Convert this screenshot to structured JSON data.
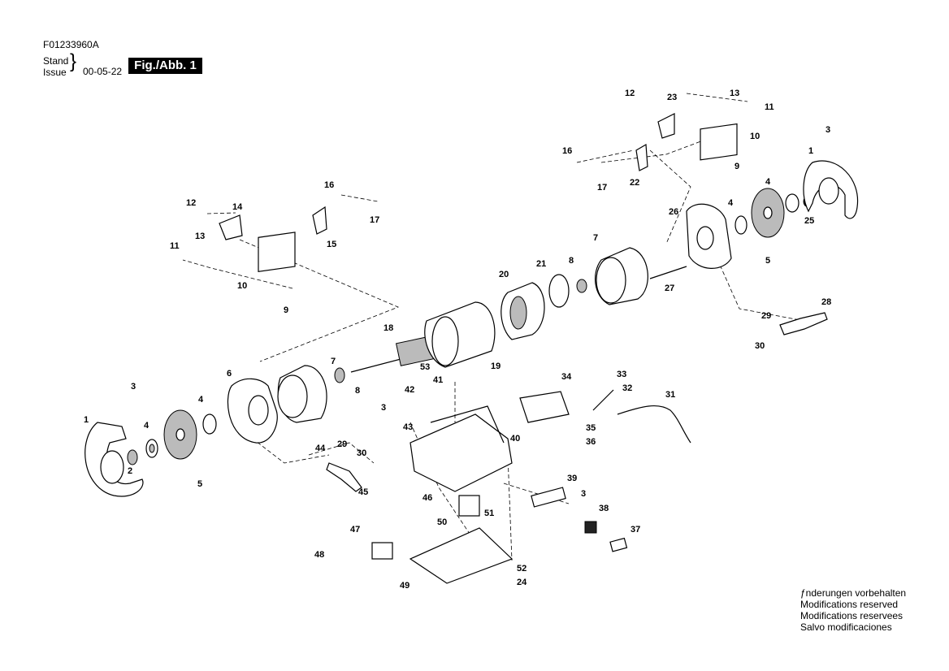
{
  "header": {
    "doc_code": "F01233960A",
    "stand_label": "Stand",
    "issue_label": "Issue",
    "issue_date": "00-05-22",
    "figure_label": "Fig./Abb. 1"
  },
  "notes": {
    "line1": "ƒnderungen vorbehalten",
    "line2": "Modifications reserved",
    "line3": "Modifications reservees",
    "line4": "Salvo modificaciones"
  },
  "callouts": {
    "left_guard_1": "1",
    "left_nut_2": "2",
    "left_screw_3": "3",
    "left_flange_4a": "4",
    "left_flange_4b": "4",
    "left_screw_5": "5",
    "left_cover_6": "6",
    "left_housing_7": "7",
    "left_bearing_8": "8",
    "left_screw_9": "9",
    "left_shield_10": "10",
    "left_screw_11": "11",
    "left_nut_12": "12",
    "left_washer_13": "13",
    "left_bracket_14": "14",
    "left_bracket_15": "15",
    "left_knob_16": "16",
    "left_knob_17": "17",
    "rotor_18": "18",
    "stator_19": "19",
    "fan_cover_20": "20",
    "fan_21": "21",
    "right_bearing_8": "8",
    "right_housing_7": "7",
    "right_guard_1": "1",
    "right_screw_3": "3",
    "right_flange_4a": "4",
    "right_flange_4b": "4",
    "right_shield_10": "10",
    "right_screw_9": "9",
    "right_nut_11": "11",
    "right_nut_12": "12",
    "right_washer_13": "13",
    "right_knob_16": "16",
    "right_knob_17": "17",
    "right_bracket_22": "22",
    "right_bracket_23": "23",
    "right_nut_25": "25",
    "right_cover_26": "26",
    "tie_rod_27": "27",
    "right_rest_28": "28",
    "right_screw_29": "29",
    "right_washer_30": "30",
    "right_screw_5": "5",
    "left_screw_29": "29",
    "left_washer_30": "30",
    "left_rest_45": "45",
    "left_nut_44": "44",
    "cord_31": "31",
    "clamp_32": "32",
    "screw_33": "33",
    "tray_34": "34",
    "screw_35": "35",
    "nut_36": "36",
    "label_37": "37",
    "switch_38": "38",
    "plate_39": "39",
    "base_40": "40",
    "screw_41": "41",
    "nut_42": "42",
    "clip_43": "43",
    "screw_3_base": "3",
    "screw_3_plate": "3",
    "screw_46": "46",
    "box_47": "47",
    "screw_48": "48",
    "bottom_49": "49",
    "cap_50": "50",
    "screw_51": "51",
    "foot_52": "52",
    "screw_53": "53",
    "screw_24": "24"
  }
}
